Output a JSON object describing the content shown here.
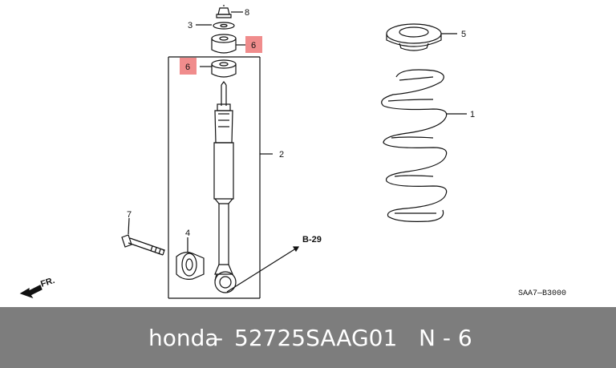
{
  "diagram": {
    "callouts": {
      "c1": "1",
      "c2": "2",
      "c3": "3",
      "c4": "4",
      "c5": "5",
      "c6a": "6",
      "c6b": "6",
      "c7": "7",
      "c8": "8"
    },
    "ref_label": "B-29",
    "direction_label": "FR.",
    "drawing_code": "SAA7—B3000",
    "highlight_color": "#f08c8c"
  },
  "footer": {
    "brand": "honda",
    "separator": "-",
    "part_number": "52725SAAG01",
    "callout_ref": "N - 6"
  }
}
